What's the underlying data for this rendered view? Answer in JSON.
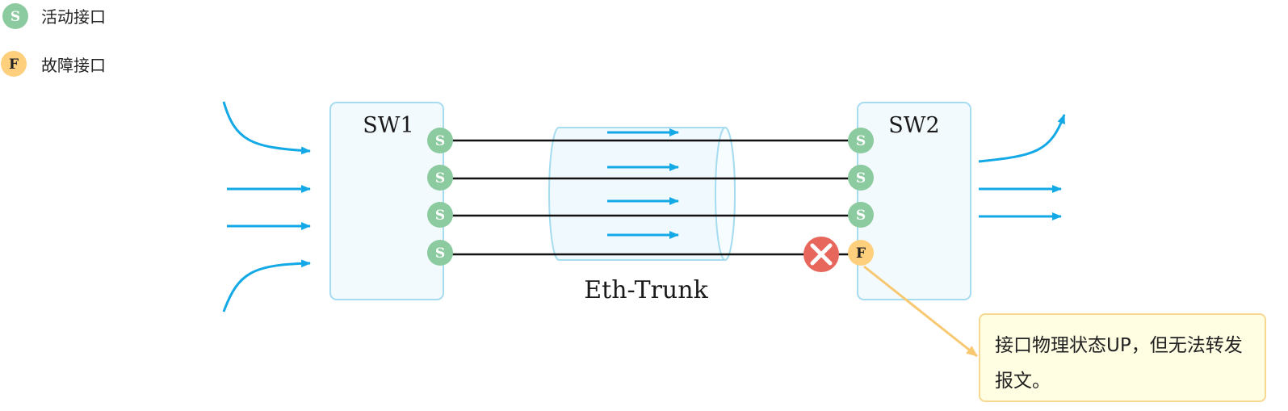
{
  "legend": {
    "active": {
      "letter": "S",
      "label": "活动接口"
    },
    "fault": {
      "letter": "F",
      "label": "故障接口"
    }
  },
  "switches": {
    "left": "SW1",
    "right": "SW2"
  },
  "trunk": {
    "label": "Eth-Trunk"
  },
  "ports": {
    "active_letter": "S",
    "fault_letter": "F"
  },
  "note": {
    "text": "接口物理状态UP，但无法转发报文。"
  },
  "colors": {
    "active": "#8ccb9f",
    "fault": "#fed07e",
    "error": "#e8675d",
    "arrow": "#13a9e6",
    "switch_fill": "#f2fafe",
    "switch_border": "#a5dcef",
    "note_fill": "#fffde2",
    "note_border": "#f7d891"
  },
  "icons": {
    "error": "x-circle-icon"
  }
}
